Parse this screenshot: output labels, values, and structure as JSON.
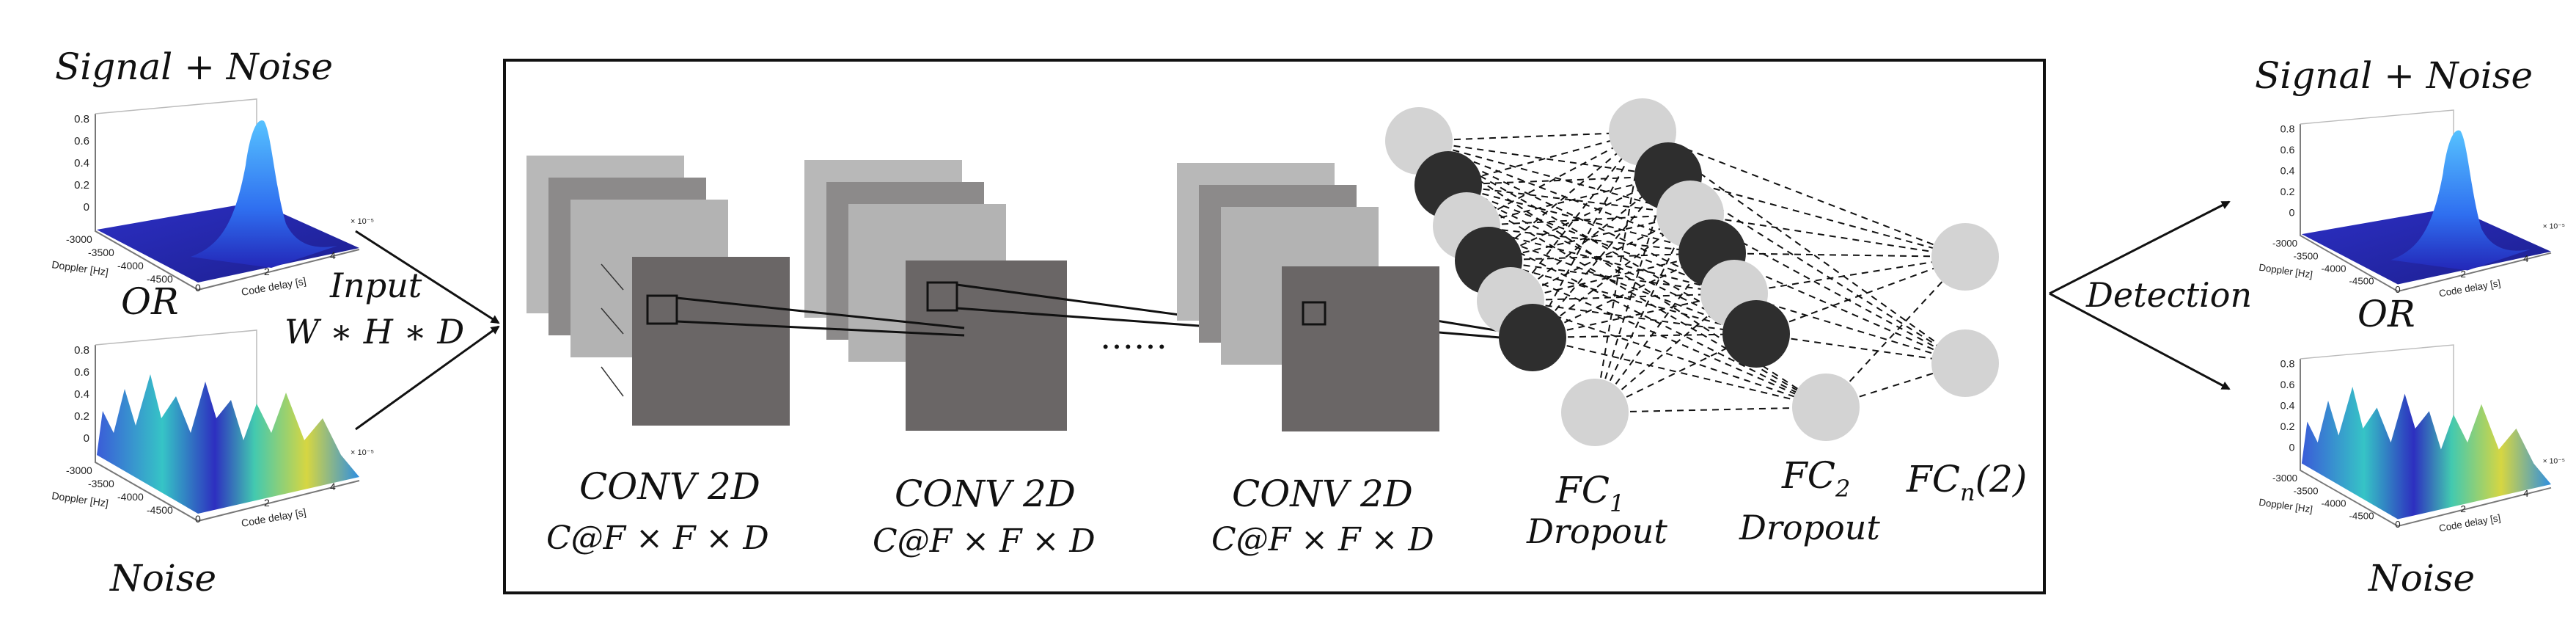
{
  "left_panel": {
    "title_top": "Signal + Noise",
    "or_label": "OR",
    "title_bottom": "Noise",
    "plot_top": {
      "z_ticks": [
        "0.8",
        "0.6",
        "0.4",
        "0.2",
        "0"
      ],
      "doppler_ticks": [
        "-3000",
        "-3500",
        "-4000",
        "-4500"
      ],
      "delay_ticks": [
        "0",
        "2",
        "4"
      ],
      "delay_exponent": "× 10⁻⁵",
      "xlabel": "Doppler [Hz]",
      "ylabel": "Code delay [s]"
    },
    "plot_bottom": {
      "z_ticks": [
        "0.8",
        "0.6",
        "0.4",
        "0.2",
        "0"
      ],
      "doppler_ticks": [
        "-3000",
        "-3500",
        "-4000",
        "-4500"
      ],
      "delay_ticks": [
        "0",
        "2",
        "4"
      ],
      "delay_exponent": "× 10⁻⁵",
      "xlabel": "Doppler [Hz]",
      "ylabel": "Code delay [s]"
    }
  },
  "input_label": {
    "line1": "Input",
    "line2": "W ∗ H ∗ D"
  },
  "network": {
    "conv_blocks": [
      {
        "title": "CONV  2D",
        "shape": "C@F × F × D"
      },
      {
        "title": "CONV  2D",
        "shape": "C@F × F × D"
      },
      {
        "title": "CONV  2D",
        "shape": "C@F × F × D"
      }
    ],
    "ellipsis": "……",
    "fc_layers": [
      {
        "name": "FC",
        "sub": "1",
        "note": "Dropout"
      },
      {
        "name": "FC",
        "sub": "2",
        "note": "Dropout"
      },
      {
        "name": "FC",
        "sub": "n",
        "suffix": "(2)",
        "note": ""
      }
    ]
  },
  "detection_label": "Detection",
  "right_panel": {
    "title_top": "Signal + Noise",
    "or_label": "OR",
    "title_bottom": "Noise",
    "plot_top": {
      "z_ticks": [
        "0.8",
        "0.6",
        "0.4",
        "0.2",
        "0"
      ],
      "doppler_ticks": [
        "-3000",
        "-3500",
        "-4000",
        "-4500"
      ],
      "delay_ticks": [
        "0",
        "2",
        "4"
      ],
      "delay_exponent": "× 10⁻⁵",
      "xlabel": "Doppler [Hz]",
      "ylabel": "Code delay [s]"
    },
    "plot_bottom": {
      "z_ticks": [
        "0.8",
        "0.6",
        "0.4",
        "0.2",
        "0"
      ],
      "doppler_ticks": [
        "-3000",
        "-3500",
        "-4000",
        "-4500"
      ],
      "delay_ticks": [
        "0",
        "2",
        "4"
      ],
      "delay_exponent": "× 10⁻⁵",
      "xlabel": "Doppler [Hz]",
      "ylabel": "Code delay [s]"
    }
  },
  "colors": {
    "neuron_light": "#d3d3d3",
    "neuron_dark": "#2e2e2e",
    "feature_map_front": "#6a6666",
    "feature_map_light": "#b3b3b3",
    "feature_map_mid": "#8c8a8a",
    "surface_blue": "#2a2fc8",
    "surface_peak": "#3a8cf0",
    "surface_noise_cyan": "#33c0c8",
    "surface_noise_yellow": "#d8d840"
  }
}
